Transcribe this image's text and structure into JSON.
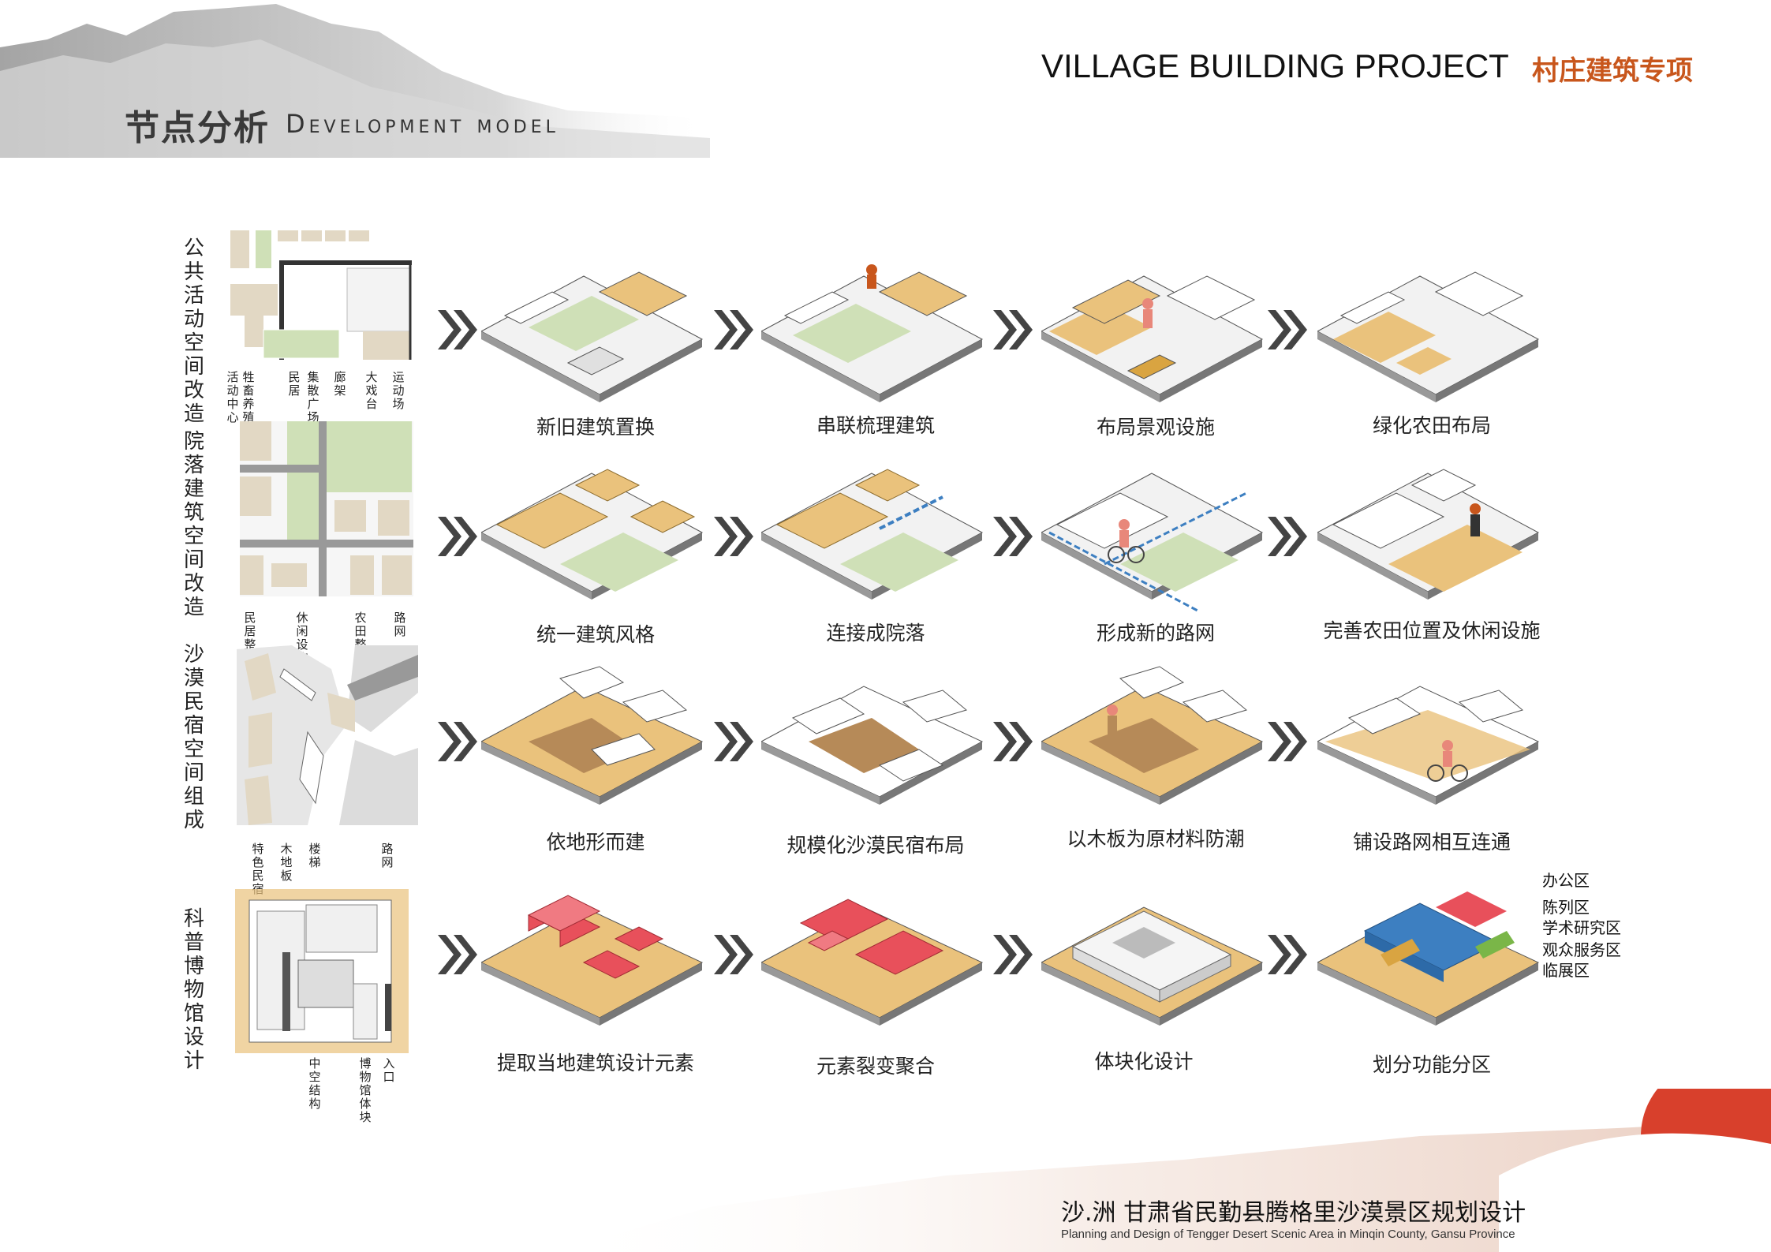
{
  "header": {
    "project_en": "VILLAGE BUILDING PROJECT",
    "project_cn": "村庄建筑专项",
    "section_title": "节点分析",
    "section_subtitle": "Development model"
  },
  "rows": [
    {
      "label": "公共活动空间改造",
      "plan_labels": [
        "活动中心",
        "牲畜养殖",
        "民居",
        "集散广场",
        "廊架",
        "大戏台",
        "运动场"
      ],
      "steps": [
        "新旧建筑置换",
        "串联梳理建筑",
        "布局景观设施",
        "绿化农田布局"
      ]
    },
    {
      "label": "院落建筑空间改造",
      "plan_labels": [
        "民居整合",
        "休闲设施",
        "农田整合",
        "路网"
      ],
      "steps": [
        "统一建筑风格",
        "连接成院落",
        "形成新的路网",
        "完善农田位置及休闲设施"
      ]
    },
    {
      "label": "沙漠民宿空间组成",
      "plan_labels": [
        "特色民宿",
        "木地板",
        "楼梯",
        "路网"
      ],
      "steps": [
        "依地形而建",
        "规模化沙漠民宿布局",
        "以木板为原材料防潮",
        "铺设路网相互连通"
      ]
    },
    {
      "label": "科普博物馆设计",
      "plan_labels": [
        "中空结构",
        "博物馆体块",
        "入口"
      ],
      "steps": [
        "提取当地建筑设计元素",
        "元素裂变聚合",
        "体块化设计",
        "划分功能分区"
      ]
    }
  ],
  "legend": [
    "办公区",
    "陈列区",
    "学术研究区",
    "观众服务区",
    "临展区"
  ],
  "colors": {
    "accent": "#c8561c",
    "sand": "#eac27c",
    "green": "#cfe0b7",
    "red": "#e8505b",
    "blue": "#3d7fc1"
  },
  "footer": {
    "title_cn": "沙.洲  甘肃省民勤县腾格里沙漠景区规划设计",
    "title_en": "Planning and Design of Tengger Desert Scenic Area in Minqin County, Gansu Province"
  }
}
